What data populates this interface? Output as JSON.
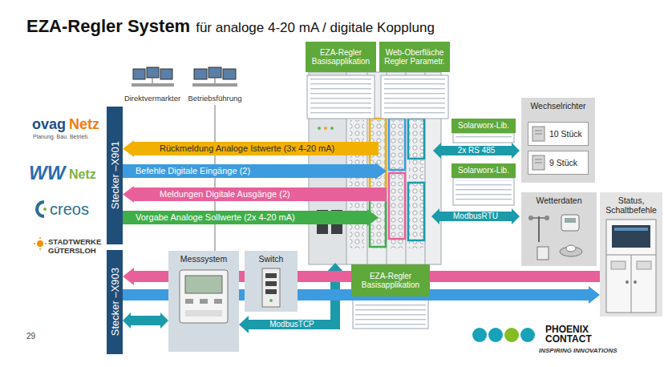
{
  "diagram": {
    "title": "EZA-Regler System",
    "nodes": [
      {
        "text": [
          "Stecker –X901"
        ]
      },
      {
        "text": [
          "Stecker –X903"
        ]
      },
      {
        "text": [
          "Rückmeldung Analoge Istwerte (3x 4-20 mA)"
        ]
      },
      {
        "text": [
          "Befehle Digitale Eingänge (2)"
        ]
      },
      {
        "text": [
          "Meldungen Digitale Ausgänge (2)"
        ]
      },
      {
        "text": [
          "Vorgabe Analoge Sollwerte (2x 4-20 mA)"
        ]
      },
      {
        "text": [
          "EZA-Regler Basisapplikation"
        ]
      },
      {
        "text": [
          "Web-Oberfläche Regler Parametr."
        ]
      },
      {
        "text": [
          "Solarworx-Lib."
        ]
      },
      {
        "text": [
          "Solarworx-Lib."
        ]
      },
      {
        "text": [
          "Wechselrichter"
        ]
      },
      {
        "text": [
          "10 Stück"
        ],
        "in": 10
      },
      {
        "text": [
          "9 Stück"
        ],
        "in": 10
      },
      {
        "text": [
          "Wetterdaten"
        ]
      },
      {
        "text": [
          "Status, Schaltbefehle"
        ]
      },
      {
        "text": [
          "Messsystem"
        ]
      },
      {
        "text": [
          "Switch"
        ]
      },
      {
        "text": [
          "EZA-Regler Basisapplikation"
        ]
      }
    ],
    "edges": [
      {
        "from": 14,
        "to": 1,
        "arrow": "to"
      },
      {
        "from": 1,
        "to": 14,
        "arrow": "to"
      },
      {
        "from": 1,
        "to": 15,
        "arrow": "both"
      }
    ],
    "labels": [
      "für analoge 4-20 mA / digitale Kopplung",
      "Direktvermarkter",
      "Betriebsführung",
      "ovag",
      "Netz",
      "Planung. Bau. Betrieb.",
      "WW",
      "Netz",
      "creos",
      "STADTWERKE GÜTERSLOH",
      "2x RS 485",
      "ModbusRTU",
      "ModbusTCP",
      "29",
      "PHOENIX CONTACT",
      "INSPIRING INNOVATIONS"
    ]
  }
}
